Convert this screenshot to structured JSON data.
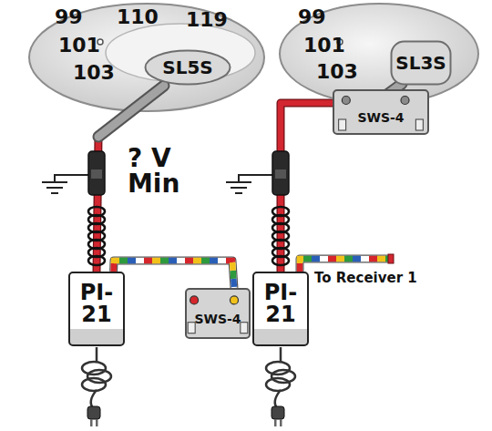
{
  "diagram": {
    "nodes": [
      {
        "text": [
          "99",
          "110",
          "119",
          "101",
          "103"
        ]
      },
      {
        "text": [
          "SL5S"
        ],
        "in": 0
      },
      {
        "text": [
          "PI- 21"
        ]
      },
      {
        "text": [
          "SWS-4"
        ]
      },
      {
        "text": [
          "99",
          "101",
          "103"
        ]
      },
      {
        "text": [
          "SL3S"
        ],
        "in": 4
      },
      {
        "text": [
          "SWS-4"
        ]
      },
      {
        "text": [
          "PI- 21"
        ]
      }
    ],
    "edges": [
      {
        "from": 1,
        "to": 2,
        "arrow": "none"
      },
      {
        "from": 2,
        "to": 3,
        "arrow": "none"
      },
      {
        "from": 5,
        "to": 6,
        "arrow": "none"
      },
      {
        "from": 6,
        "to": 7,
        "arrow": "none"
      }
    ],
    "labels": [
      "? V Min",
      "To Receiver 1"
    ]
  }
}
